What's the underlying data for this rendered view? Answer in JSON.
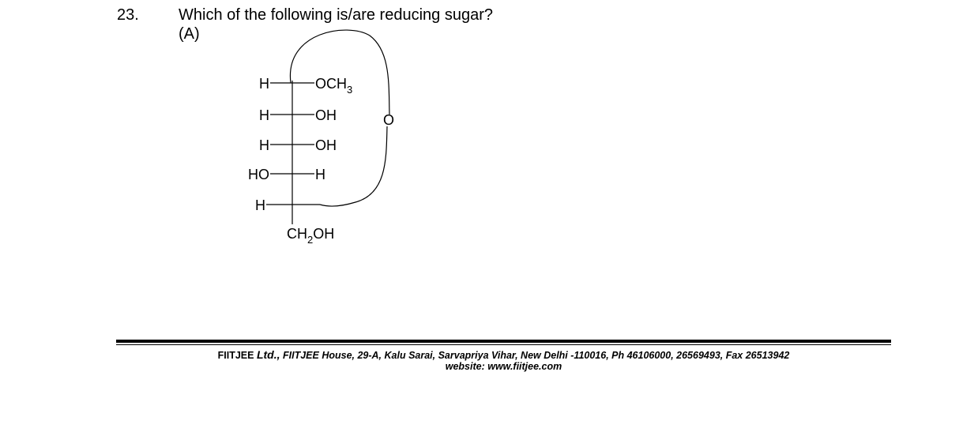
{
  "question": {
    "number": "23.",
    "text": "Which of the following is/are reducing sugar?",
    "option_label": "(A)"
  },
  "structure": {
    "rows": [
      {
        "left": "H",
        "right": "OCH",
        "right_sub": "3"
      },
      {
        "left": "H",
        "right": "OH"
      },
      {
        "left": "H",
        "right": "OH"
      },
      {
        "left": "HO",
        "right": "H"
      },
      {
        "left": "H",
        "right": ""
      }
    ],
    "bottom": {
      "main": "CH",
      "sub": "2",
      "tail": "OH"
    },
    "ring_atom": "O"
  },
  "footer": {
    "brand": "FIITJEE",
    "ltd": "Ltd.,",
    "address": "FIITJEE House, 29-A, Kalu  Sarai, Sarvapriya Vihar, New Delhi -110016, Ph 46106000, 26569493, Fax 26513942",
    "website": "website: www.fiitjee.com"
  }
}
